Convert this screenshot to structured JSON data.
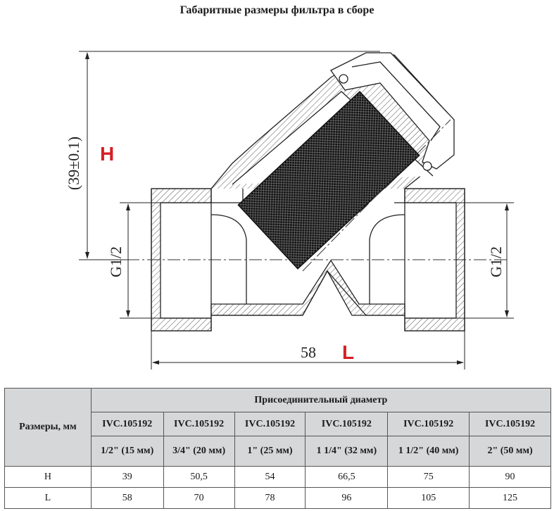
{
  "title": "Габаритные размеры фильтра в сборе",
  "drawing": {
    "height_dimension": "(39±0.1)",
    "height_letter": "H",
    "thread_left": "G1/2",
    "thread_right": "G1/2",
    "length_dimension": "58",
    "length_letter": "L"
  },
  "table": {
    "row_header": "Размеры, мм",
    "group_header": "Присоединительный диаметр",
    "models": [
      "IVC.105192",
      "IVC.105192",
      "IVC.105192",
      "IVC.105192",
      "IVC.105192",
      "IVC.105192"
    ],
    "diameters": [
      "1/2\" (15 мм)",
      "3/4\" (20 мм)",
      "1\" (25 мм)",
      "1 1/4\" (32 мм)",
      "1 1/2\" (40 мм)",
      "2\" (50 мм)"
    ],
    "rows": [
      {
        "label": "H",
        "values": [
          "39",
          "50,5",
          "54",
          "66,5",
          "75",
          "90"
        ]
      },
      {
        "label": "L",
        "values": [
          "58",
          "70",
          "78",
          "96",
          "105",
          "125"
        ]
      }
    ]
  }
}
